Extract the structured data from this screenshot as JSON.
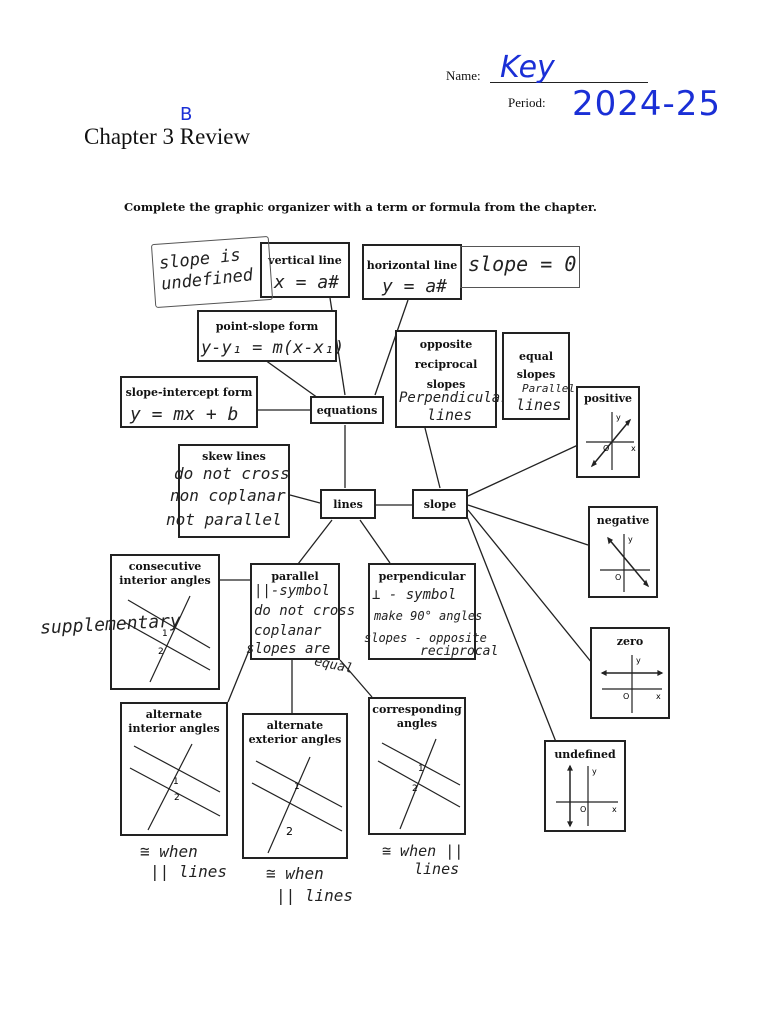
{
  "header": {
    "name_label": "Name:",
    "name_value": "Key",
    "period_label": "Period:",
    "period_value": "2024-25",
    "title": "Chapter 3 Review",
    "title_mark": "B"
  },
  "instructions": "Complete the graphic organizer with a term or formula from the chapter.",
  "hubs": {
    "equations": "equations",
    "lines": "lines",
    "slope": "slope"
  },
  "boxes": {
    "vertical": {
      "label": "vertical line",
      "answer": "x = a#"
    },
    "vertical_note": "slope is undefined",
    "horizontal": {
      "label": "horizontal line",
      "answer": "y = a#"
    },
    "horizontal_note": "slope = 0",
    "point_slope": {
      "label": "point-slope form",
      "answer": "y-y₁ = m(x-x₁)"
    },
    "slope_intercept": {
      "label": "slope-intercept form",
      "answer": "y = mx + b"
    },
    "opposite": {
      "label1": "opposite",
      "label2": "reciprocal",
      "label3": "slopes",
      "answer1": "Perpendicular",
      "answer2": "lines"
    },
    "equal": {
      "label1": "equal",
      "label2": "slopes",
      "answer1": "Parallel",
      "answer2": "lines"
    },
    "skew": {
      "label": "skew lines",
      "answer1": "do not cross",
      "answer2": "non coplanar",
      "answer3": "not parallel"
    },
    "positive": {
      "label": "positive"
    },
    "negative": {
      "label": "negative"
    },
    "zero": {
      "label": "zero"
    },
    "undefined": {
      "label": "undefined"
    },
    "consecutive": {
      "label1": "consecutive",
      "label2": "interior angles",
      "note": "supplementary"
    },
    "parallel": {
      "label": "parallel",
      "answer1": "||-symbol",
      "answer2": "do not cross",
      "answer3": "coplanar",
      "answer4": "slopes are",
      "answer5": "equal"
    },
    "perpendicular": {
      "label": "perpendicular",
      "answer1": "⊥ - symbol",
      "answer2": "make 90° angles",
      "answer3": "slopes - opposite",
      "answer4": "reciprocal"
    },
    "alt_interior": {
      "label1": "alternate",
      "label2": "interior angles",
      "note1": "≅ when",
      "note2": "|| lines"
    },
    "alt_exterior": {
      "label1": "alternate",
      "label2": "exterior angles",
      "note1": "≅ when",
      "note2": "|| lines"
    },
    "corresponding": {
      "label1": "corresponding",
      "label2": "angles",
      "note1": "≅ when ||",
      "note2": "lines"
    }
  },
  "graph_labels": {
    "x": "x",
    "y": "y",
    "origin": "O",
    "angle1": "1",
    "angle2": "2"
  }
}
